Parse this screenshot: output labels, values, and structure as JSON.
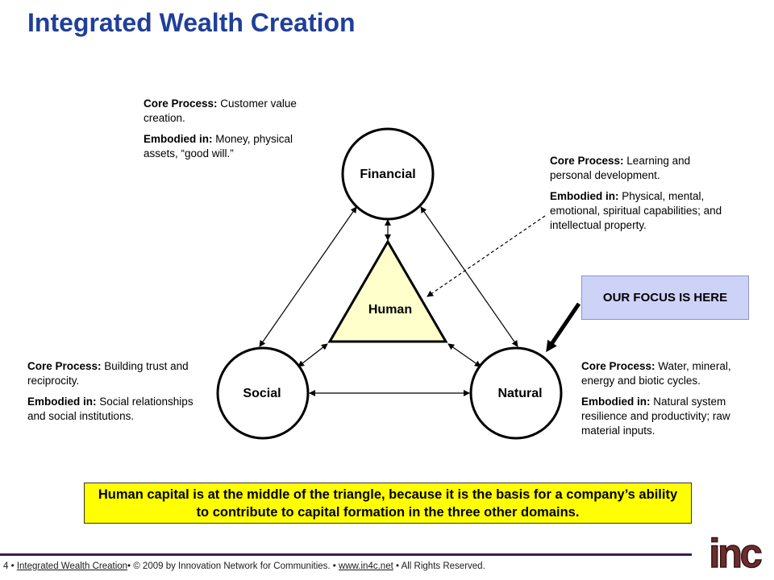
{
  "title": "Integrated Wealth Creation",
  "nodes": {
    "financial": "Financial",
    "human": "Human",
    "social": "Social",
    "natural": "Natural"
  },
  "descriptions": {
    "financial": {
      "core_label": "Core Process:",
      "core_text": " Customer value creation.",
      "embodied_label": "Embodied in:",
      "embodied_text": " Money, physical assets, “good will.”"
    },
    "human": {
      "core_label": "Core Process:",
      "core_text": " Learning and personal development.",
      "embodied_label": "Embodied in:",
      "embodied_text": " Physical, mental, emotional, spiritual capabilities; and intellectual property."
    },
    "social": {
      "core_label": "Core Process:",
      "core_text": " Building trust and reciprocity.",
      "embodied_label": "Embodied in:",
      "embodied_text": " Social relationships and social institutions."
    },
    "natural": {
      "core_label": "Core Process:",
      "core_text": " Water, mineral, energy and biotic cycles.",
      "embodied_label": "Embodied in:",
      "embodied_text": " Natural system resilience and productivity; raw material inputs."
    }
  },
  "focus_box": "OUR FOCUS IS HERE",
  "summary": "Human capital is at the middle of the triangle, because it is the basis for a company’s ability to contribute to  capital formation in the three other domains.",
  "footer": {
    "page": "4 • ",
    "link1": "Integrated  Wealth  Creation",
    "middle": "• © 2009  by Innovation Network  for Communities. • ",
    "link2": "www.in4c.net",
    "end": " • All Rights Reserved."
  },
  "logo_text": "inc",
  "colors": {
    "title": "#1f3f9a",
    "triangle_fill": "#ffffcc",
    "focus_box": "#cdd2f7",
    "summary_box": "#ffff00",
    "logo": "#6b2d2d"
  }
}
